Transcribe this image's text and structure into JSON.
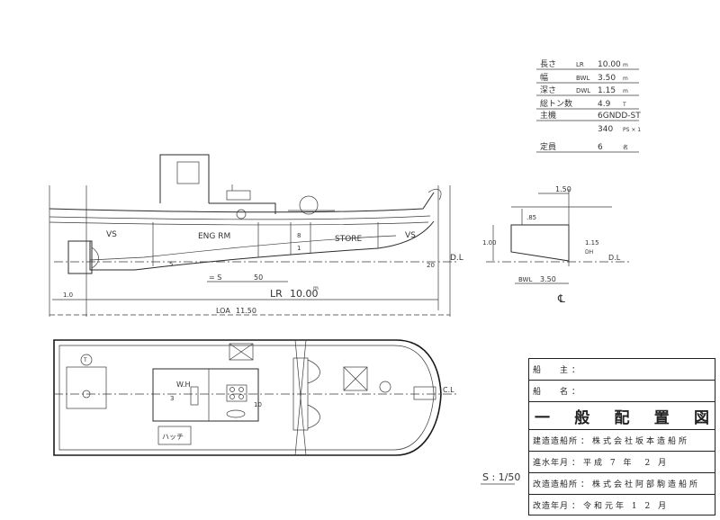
{
  "spec_table": {
    "rows": [
      {
        "label": "長さ",
        "sym": "LR",
        "value": "10.00",
        "unit": "m"
      },
      {
        "label": "幅",
        "sym": "BWL",
        "value": "3.50",
        "unit": "m"
      },
      {
        "label": "深さ",
        "sym": "DWL",
        "value": "1.15",
        "unit": "m"
      },
      {
        "label": "総トン数",
        "sym": "",
        "value": "4.9",
        "unit": "T"
      },
      {
        "label": "主機",
        "sym": "",
        "value": "6GNDD-ST",
        "unit": ""
      },
      {
        "label": "",
        "sym": "",
        "value": "340",
        "unit": "PS × 1"
      },
      {
        "label": "定員",
        "sym": "",
        "value": "6",
        "unit": "名"
      }
    ]
  },
  "profile": {
    "rooms": [
      "VS",
      "ENG RM",
      "STORE",
      "VS"
    ],
    "frame_marks": [
      "8",
      "1",
      "5"
    ],
    "spacing_note": "= S",
    "spacing_value": "50",
    "lr_label": "LR",
    "lr_value": "10.00",
    "lr_unit": "m",
    "loa_label": "LOA",
    "loa_value": "11.50",
    "left_offset": "1.0",
    "dl_label": "D.L",
    "station_20": "20"
  },
  "section": {
    "top_dim": "1.50",
    "left_dim_1": ".85",
    "left_dim_2": "1.00",
    "depth_label": "1.15",
    "depth_sym": "DH",
    "breadth_label": "BWL",
    "breadth_value": "3.50",
    "dl_label": "D.L",
    "cl_mark": "℄"
  },
  "plan": {
    "wh_label": "W.H",
    "frame_left": "3",
    "frame_right": "10",
    "hatch_label": "ハッチ",
    "cl_label": "C.L",
    "circle_mark": "T"
  },
  "scale_label": "S : 1/50",
  "title_block": {
    "owner_label": "船　　主",
    "owner_value": "",
    "ship_name_label": "船　　名",
    "ship_name_value": "",
    "title_chars": [
      "一",
      "般",
      "配",
      "置",
      "図"
    ],
    "builder_label": "建造造船所",
    "builder_value": "株式会社坂本造船所",
    "launch_label": "進水年月",
    "launch_value": "平成 7 年　2 月",
    "refit_yard_label": "改造造船所",
    "refit_yard_value": "株式会社阿部駒造船所",
    "refit_date_label": "改造年月",
    "refit_date_value": "令和元年 1 2 月"
  },
  "colors": {
    "ink": "#2a2a2a",
    "paper": "#ffffff"
  }
}
